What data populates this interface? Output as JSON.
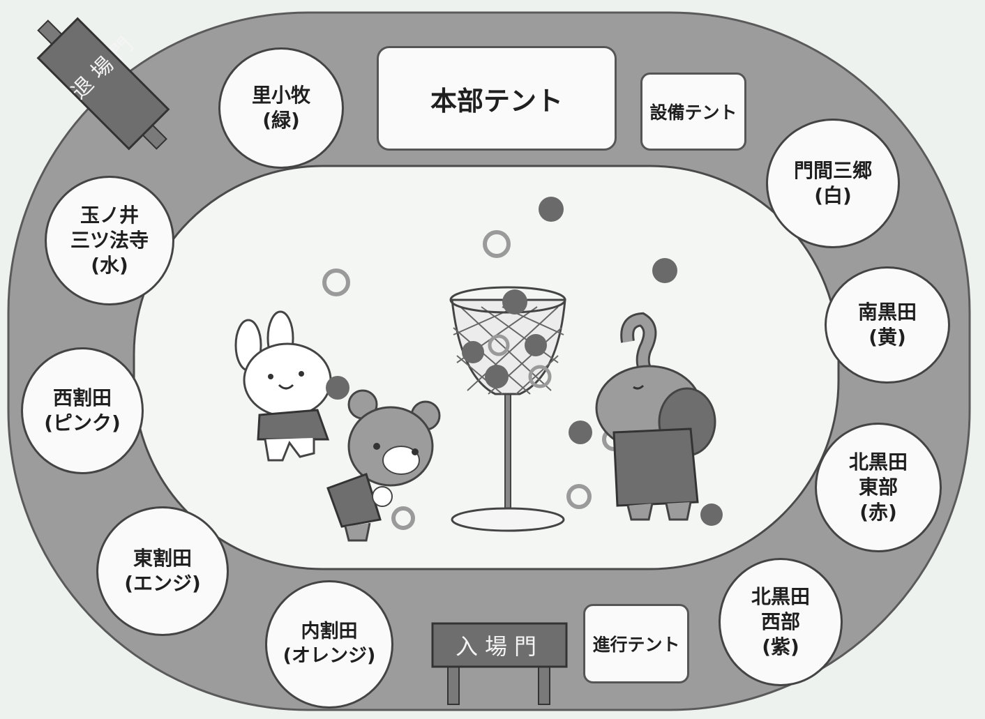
{
  "headquarters_tent": {
    "label": "本部テント"
  },
  "equipment_tent": {
    "label": "設備テント"
  },
  "progress_tent": {
    "label": "進行テント"
  },
  "exit_gate": {
    "label": "退場門"
  },
  "entrance_gate": {
    "label": "入場門"
  },
  "team_areas": [
    {
      "lines": [
        "里小牧",
        "(緑)"
      ]
    },
    {
      "lines": [
        "門間三郷",
        "(白)"
      ]
    },
    {
      "lines": [
        "南黒田",
        "(黄)"
      ]
    },
    {
      "lines": [
        "北黒田",
        "東部",
        "(赤)"
      ]
    },
    {
      "lines": [
        "北黒田",
        "西部",
        "(紫)"
      ]
    },
    {
      "lines": [
        "内割田",
        "(オレンジ)"
      ]
    },
    {
      "lines": [
        "東割田",
        "(エンジ)"
      ]
    },
    {
      "lines": [
        "西割田",
        "(ピンク)"
      ]
    },
    {
      "lines": [
        "玉ノ井",
        "三ツ法寺",
        "(水)"
      ]
    }
  ],
  "colors": {
    "background": "#eef2ef",
    "track": "#9c9c9c",
    "field": "#f3f6f3",
    "gate_sign": "#6e6e6e"
  }
}
